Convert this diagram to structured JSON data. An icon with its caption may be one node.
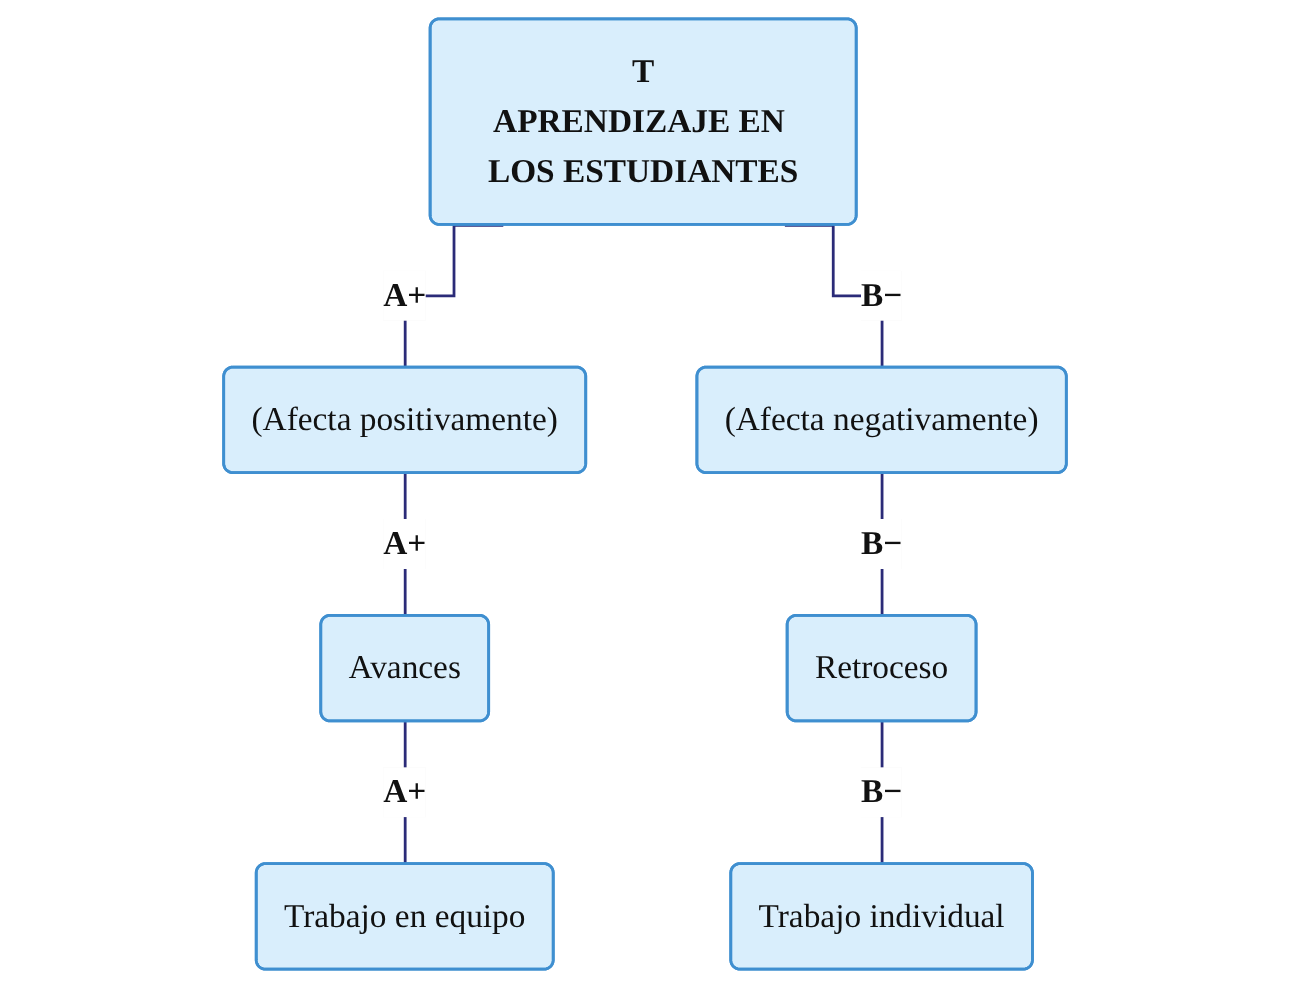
{
  "diagram": {
    "nodes": [
      {
        "text": [
          "T",
          "APRENDIZAJE EN LOS ESTUDIANTES"
        ]
      },
      {
        "text": [
          "(Afecta positivamente)"
        ]
      },
      {
        "text": [
          "(Afecta negativamente)"
        ]
      },
      {
        "text": [
          "Avances"
        ]
      },
      {
        "text": [
          "Retroceso"
        ]
      },
      {
        "text": [
          "Trabajo en equipo"
        ]
      },
      {
        "text": [
          "Trabajo individual"
        ]
      }
    ],
    "edges": [
      {
        "from": 0,
        "to": 1,
        "arrow": "none",
        "label": "A+"
      },
      {
        "from": 0,
        "to": 2,
        "arrow": "none",
        "label": "B−"
      },
      {
        "from": 1,
        "to": 3,
        "arrow": "none",
        "label": "A+"
      },
      {
        "from": 2,
        "to": 4,
        "arrow": "none",
        "label": "B−"
      },
      {
        "from": 3,
        "to": 5,
        "arrow": "none",
        "label": "A+"
      },
      {
        "from": 4,
        "to": 6,
        "arrow": "none",
        "label": "B−"
      }
    ]
  }
}
